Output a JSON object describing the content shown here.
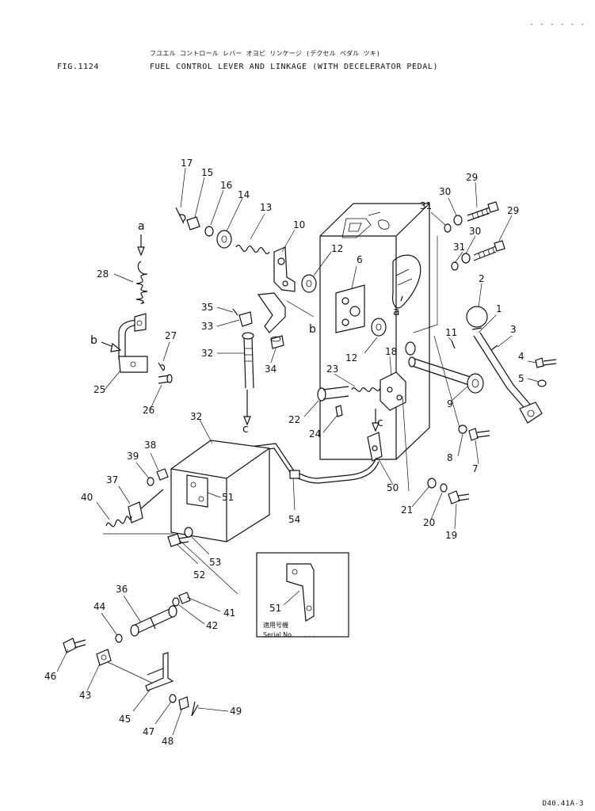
{
  "header": {
    "title_jp": "フユエル コントロール レバー オヨビ リンケージ (デクセル ペダル ツキ)",
    "fig_no": "FIG.1124",
    "title_en": "FUEL CONTROL LEVER AND LINKAGE (WITH DECELERATOR PEDAL)",
    "corner_mark": "- - - - - -"
  },
  "footer": {
    "sheet_code": "D40.41A-3"
  },
  "inset": {
    "part_label": "51",
    "caption_jp": "適用号機",
    "caption_en": "Serial No.",
    "caption_dash": ". . ."
  },
  "reference_letters": [
    {
      "id": "ref-a-top",
      "text": "a"
    },
    {
      "id": "ref-a-right",
      "text": "a"
    },
    {
      "id": "ref-b-left",
      "text": "b"
    },
    {
      "id": "ref-b-right",
      "text": "b"
    },
    {
      "id": "ref-c-left",
      "text": "c"
    },
    {
      "id": "ref-c-right",
      "text": "c"
    }
  ],
  "callouts": [
    {
      "id": "c17",
      "text": "17"
    },
    {
      "id": "c15",
      "text": "15"
    },
    {
      "id": "c16",
      "text": "16"
    },
    {
      "id": "c14",
      "text": "14"
    },
    {
      "id": "c13",
      "text": "13"
    },
    {
      "id": "c10",
      "text": "10"
    },
    {
      "id": "c12a",
      "text": "12"
    },
    {
      "id": "c6",
      "text": "6"
    },
    {
      "id": "c12b",
      "text": "12"
    },
    {
      "id": "c29a",
      "text": "29"
    },
    {
      "id": "c30a",
      "text": "30"
    },
    {
      "id": "c31a",
      "text": "31"
    },
    {
      "id": "c29b",
      "text": "29"
    },
    {
      "id": "c30b",
      "text": "30"
    },
    {
      "id": "c31b",
      "text": "31"
    },
    {
      "id": "c2",
      "text": "2"
    },
    {
      "id": "c1",
      "text": "1"
    },
    {
      "id": "c3",
      "text": "3"
    },
    {
      "id": "c4",
      "text": "4"
    },
    {
      "id": "c5",
      "text": "5"
    },
    {
      "id": "c11",
      "text": "11"
    },
    {
      "id": "c9",
      "text": "9"
    },
    {
      "id": "c8",
      "text": "8"
    },
    {
      "id": "c7",
      "text": "7"
    },
    {
      "id": "c18",
      "text": "18"
    },
    {
      "id": "c23",
      "text": "23"
    },
    {
      "id": "c22",
      "text": "22"
    },
    {
      "id": "c24",
      "text": "24"
    },
    {
      "id": "c50",
      "text": "50"
    },
    {
      "id": "c21",
      "text": "21"
    },
    {
      "id": "c20",
      "text": "20"
    },
    {
      "id": "c19",
      "text": "19"
    },
    {
      "id": "c28",
      "text": "28"
    },
    {
      "id": "c27",
      "text": "27"
    },
    {
      "id": "c25",
      "text": "25"
    },
    {
      "id": "c26",
      "text": "26"
    },
    {
      "id": "c35",
      "text": "35"
    },
    {
      "id": "c33",
      "text": "33"
    },
    {
      "id": "c32a",
      "text": "32"
    },
    {
      "id": "c34",
      "text": "34"
    },
    {
      "id": "c32b",
      "text": "32"
    },
    {
      "id": "c38",
      "text": "38"
    },
    {
      "id": "c39",
      "text": "39"
    },
    {
      "id": "c37",
      "text": "37"
    },
    {
      "id": "c40",
      "text": "40"
    },
    {
      "id": "c51",
      "text": "51"
    },
    {
      "id": "c54",
      "text": "54"
    },
    {
      "id": "c52",
      "text": "52"
    },
    {
      "id": "c53",
      "text": "53"
    },
    {
      "id": "c36",
      "text": "36"
    },
    {
      "id": "c44",
      "text": "44"
    },
    {
      "id": "c41",
      "text": "41"
    },
    {
      "id": "c42",
      "text": "42"
    },
    {
      "id": "c46",
      "text": "46"
    },
    {
      "id": "c43",
      "text": "43"
    },
    {
      "id": "c45",
      "text": "45"
    },
    {
      "id": "c47",
      "text": "47"
    },
    {
      "id": "c48",
      "text": "48"
    },
    {
      "id": "c49",
      "text": "49"
    }
  ]
}
